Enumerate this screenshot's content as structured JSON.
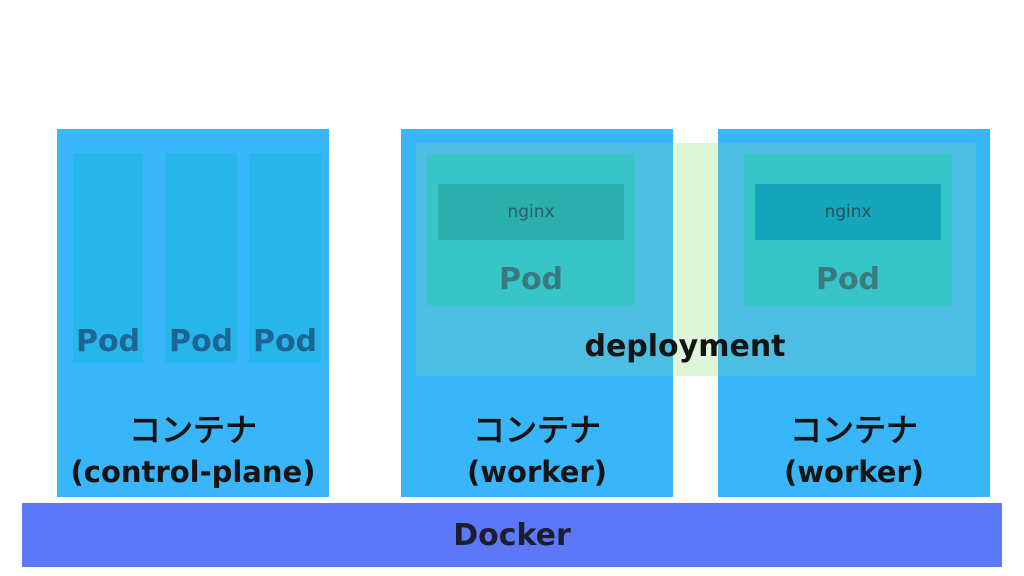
{
  "docker": {
    "label": "Docker"
  },
  "containers": [
    {
      "title": "コンテナ",
      "subtitle": "(control-plane)",
      "pods": [
        "Pod",
        "Pod",
        "Pod"
      ]
    },
    {
      "title": "コンテナ",
      "subtitle": "(worker)",
      "pod": {
        "label": "Pod",
        "app": "nginx"
      }
    },
    {
      "title": "コンテナ",
      "subtitle": "(worker)",
      "pod": {
        "label": "Pod",
        "app": "nginx"
      }
    }
  ],
  "deployment": {
    "label": "deployment"
  },
  "colors": {
    "docker": "#5c78f9",
    "container": "#39b5fa",
    "deployment_bridge": "#dff5d8",
    "pod": "#37c5c8"
  }
}
